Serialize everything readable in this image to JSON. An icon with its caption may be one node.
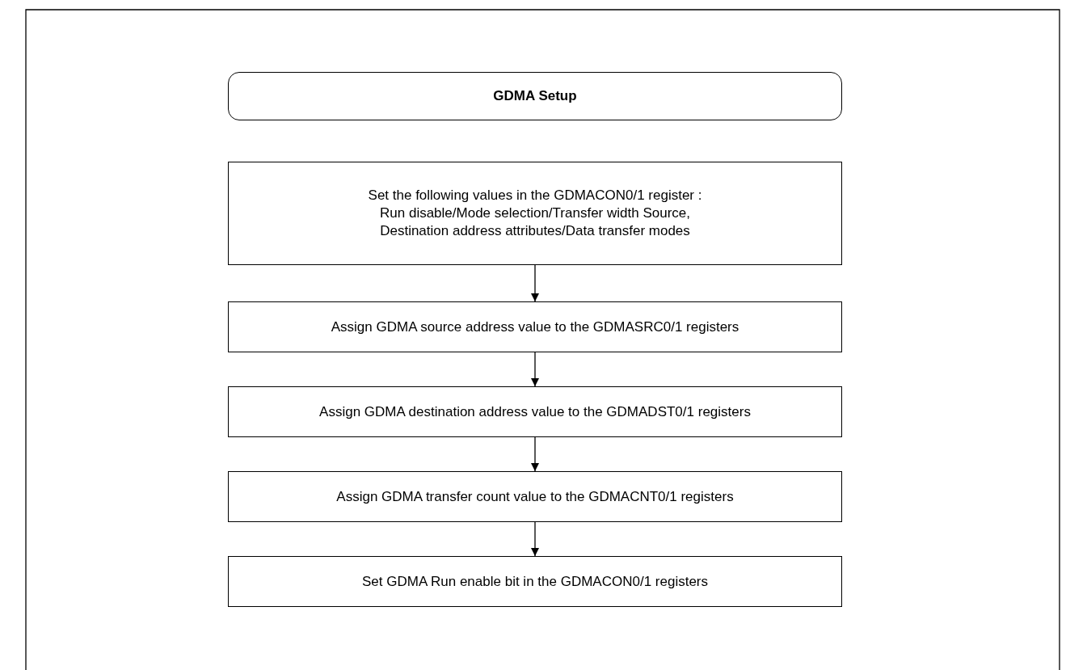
{
  "diagram": {
    "nodes": [
      {
        "text": [
          "GDMA Setup"
        ]
      },
      {
        "text": [
          "Set the following values in the GDMACON0/1 register : Run disable/Mode selection/Transfer width Source, Destination address attributes/Data transfer modes"
        ]
      },
      {
        "text": [
          "Assign GDMA source address value to the GDMASRC0/1 registers"
        ]
      },
      {
        "text": [
          "Assign GDMA destination address value to the GDMADST0/1 registers"
        ]
      },
      {
        "text": [
          "Assign GDMA transfer count value to the GDMACNT0/1 registers"
        ]
      },
      {
        "text": [
          "Set GDMA Run enable bit in the GDMACON0/1 registers"
        ]
      }
    ],
    "edges": [
      {
        "from": 1,
        "to": 2,
        "arrow": "to"
      },
      {
        "from": 2,
        "to": 3,
        "arrow": "to"
      },
      {
        "from": 3,
        "to": 4,
        "arrow": "to"
      },
      {
        "from": 4,
        "to": 5,
        "arrow": "to"
      }
    ]
  }
}
